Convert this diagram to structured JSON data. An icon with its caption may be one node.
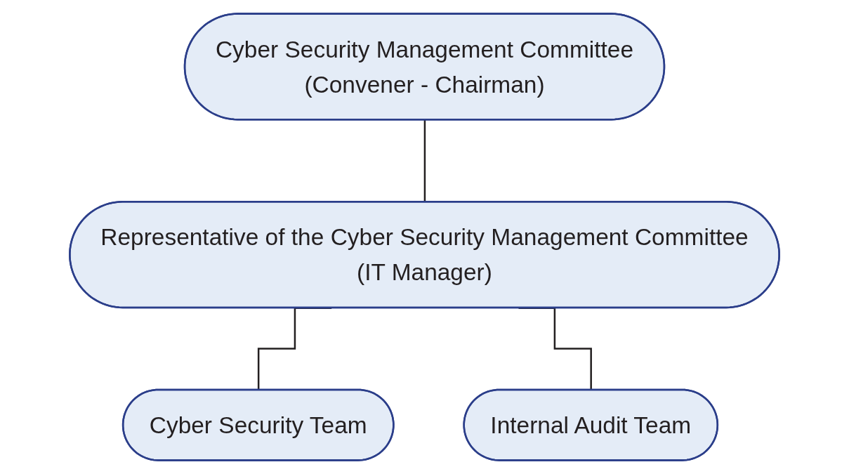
{
  "diagram": {
    "nodes": [
      {
        "text": [
          "Cyber Security Management Committee",
          "(Convener - Chairman)"
        ]
      },
      {
        "text": [
          "Representative of the Cyber Security Management Committee",
          "(IT Manager)"
        ]
      },
      {
        "text": [
          "Cyber Security Team"
        ]
      },
      {
        "text": [
          "Internal Audit Team"
        ]
      }
    ],
    "edges": [
      {
        "from": 0,
        "to": 1,
        "arrow": "none"
      },
      {
        "from": 1,
        "to": 2,
        "arrow": "none"
      },
      {
        "from": 1,
        "to": 3,
        "arrow": "none"
      }
    ]
  }
}
